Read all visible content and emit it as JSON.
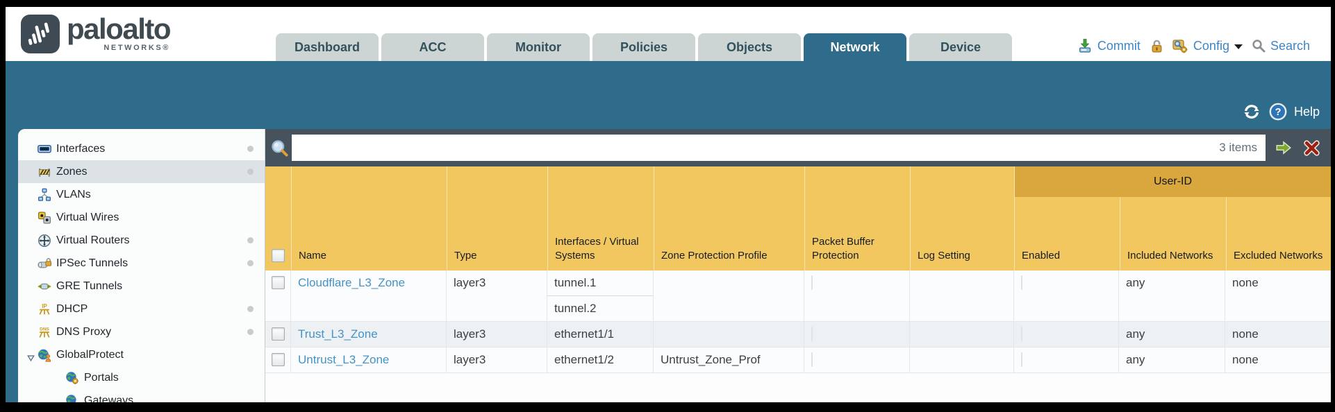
{
  "brand": {
    "name": "paloalto",
    "sub": "NETWORKS®"
  },
  "nav": {
    "tabs": [
      {
        "label": "Dashboard",
        "active": false
      },
      {
        "label": "ACC",
        "active": false
      },
      {
        "label": "Monitor",
        "active": false
      },
      {
        "label": "Policies",
        "active": false
      },
      {
        "label": "Objects",
        "active": false
      },
      {
        "label": "Network",
        "active": true
      },
      {
        "label": "Device",
        "active": false
      }
    ],
    "actions": {
      "commit": "Commit",
      "config": "Config",
      "search": "Search"
    }
  },
  "band": {
    "help": "Help"
  },
  "sidebar": {
    "items": [
      {
        "label": "Interfaces",
        "icon": "interfaces-icon",
        "dot": true,
        "selected": false
      },
      {
        "label": "Zones",
        "icon": "zones-icon",
        "dot": true,
        "selected": true
      },
      {
        "label": "VLANs",
        "icon": "vlans-icon",
        "dot": false,
        "selected": false
      },
      {
        "label": "Virtual Wires",
        "icon": "virtual-wires-icon",
        "dot": false,
        "selected": false
      },
      {
        "label": "Virtual Routers",
        "icon": "virtual-routers-icon",
        "dot": true,
        "selected": false
      },
      {
        "label": "IPSec Tunnels",
        "icon": "ipsec-tunnels-icon",
        "dot": true,
        "selected": false
      },
      {
        "label": "GRE Tunnels",
        "icon": "gre-tunnels-icon",
        "dot": false,
        "selected": false
      },
      {
        "label": "DHCP",
        "icon": "dhcp-icon",
        "dot": true,
        "selected": false
      },
      {
        "label": "DNS Proxy",
        "icon": "dns-proxy-icon",
        "dot": true,
        "selected": false
      },
      {
        "label": "GlobalProtect",
        "icon": "globalprotect-icon",
        "dot": false,
        "selected": false,
        "expanded": true,
        "children": [
          {
            "label": "Portals",
            "icon": "portals-icon"
          },
          {
            "label": "Gateways",
            "icon": "gateways-icon"
          }
        ]
      }
    ]
  },
  "toolbar": {
    "filter_value": "",
    "items_count": "3 items"
  },
  "table": {
    "group_header": "User-ID",
    "columns": [
      "Name",
      "Type",
      "Interfaces / Virtual Systems",
      "Zone Protection Profile",
      "Packet Buffer Protection",
      "Log Setting",
      "Enabled",
      "Included Networks",
      "Excluded Networks"
    ],
    "rows": [
      {
        "name": "Cloudflare_L3_Zone",
        "type": "layer3",
        "interfaces": [
          "tunnel.1",
          "tunnel.2"
        ],
        "zone_protection_profile": "",
        "packet_buffer_protection": false,
        "log_setting": "",
        "enabled": false,
        "included_networks": "any",
        "excluded_networks": "none",
        "selected": false
      },
      {
        "name": "Trust_L3_Zone",
        "type": "layer3",
        "interfaces": [
          "ethernet1/1"
        ],
        "zone_protection_profile": "",
        "packet_buffer_protection": false,
        "log_setting": "",
        "enabled": false,
        "included_networks": "any",
        "excluded_networks": "none",
        "selected": false
      },
      {
        "name": "Untrust_L3_Zone",
        "type": "layer3",
        "interfaces": [
          "ethernet1/2"
        ],
        "zone_protection_profile": "Untrust_Zone_Prof",
        "packet_buffer_protection": false,
        "log_setting": "",
        "enabled": false,
        "included_networks": "any",
        "excluded_networks": "none",
        "selected": false
      }
    ]
  },
  "colors": {
    "accent_teal": "#2f6b8b",
    "toolbar_dark": "#46525c",
    "header_gold": "#f2c75f",
    "header_gold_dark": "#d9a73d",
    "link_blue": "#3e86c6",
    "zone_link": "#4493c4"
  }
}
